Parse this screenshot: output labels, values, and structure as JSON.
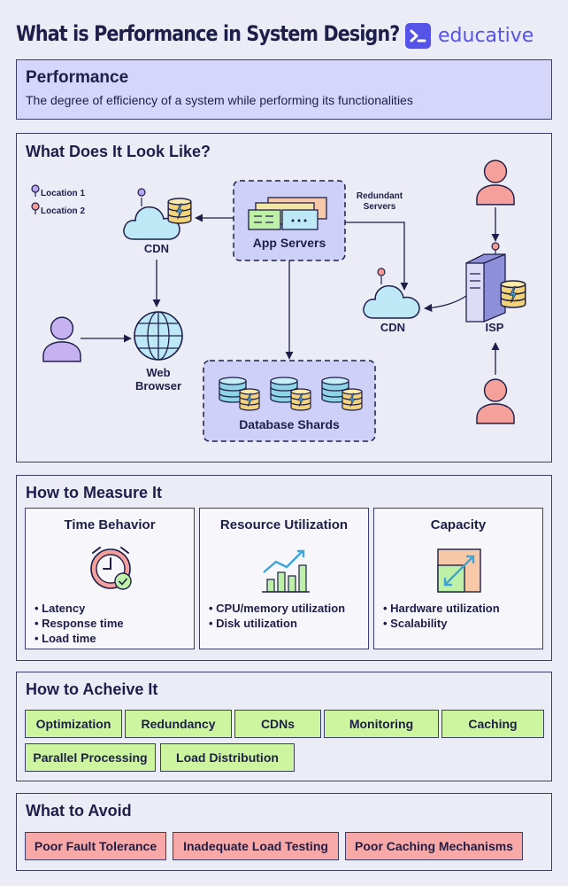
{
  "header": {
    "title": "What is Performance in System Design?",
    "brand": "educative"
  },
  "performance": {
    "heading": "Performance",
    "description": "The degree of efficiency of a system while performing its functionalities"
  },
  "look": {
    "title": "What Does It Look Like?",
    "legend": [
      "Location 1",
      "Location 2"
    ],
    "cdn_left": "CDN",
    "app_servers": "App Servers",
    "redundant_servers": [
      "Redundant",
      "Servers"
    ],
    "cdn_right": "CDN",
    "isp": "ISP",
    "web_browser": [
      "Web",
      "Browser"
    ],
    "database_shards": "Database Shards"
  },
  "measure": {
    "title": "How to Measure It",
    "cards": [
      {
        "title": "Time Behavior",
        "icon": "clock-icon",
        "items": [
          "Latency",
          "Response time",
          "Load time"
        ]
      },
      {
        "title": "Resource Utilization",
        "icon": "bar-chart-icon",
        "items": [
          "CPU/memory utilization",
          "Disk utilization"
        ]
      },
      {
        "title": "Capacity",
        "icon": "scale-icon",
        "items": [
          "Hardware utilization",
          "Scalability"
        ]
      }
    ]
  },
  "achieve": {
    "title": "How to Acheive It",
    "tags": [
      "Optimization",
      "Redundancy",
      "CDNs",
      "Monitoring",
      "Caching",
      "Parallel Processing",
      "Load Distribution"
    ]
  },
  "avoid": {
    "title": "What to Avoid",
    "tags": [
      "Poor Fault Tolerance",
      "Inadequate Load Testing",
      "Poor Caching Mechanisms"
    ]
  },
  "colors": {
    "accent": "#5553e8",
    "navy": "#1d1f4a",
    "achieve": "#cdf5a0",
    "avoid": "#f8a8a6",
    "user_purple": "#c6b2f1",
    "user_pink": "#f6a09b"
  }
}
